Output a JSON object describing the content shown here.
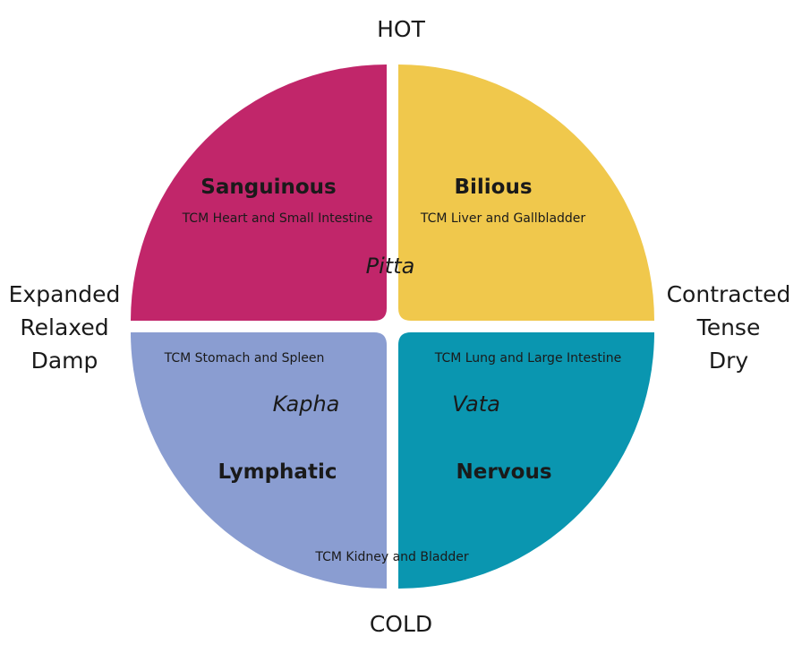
{
  "axes": {
    "top": "HOT",
    "bottom": "COLD",
    "left": [
      "Expanded",
      "Relaxed",
      "Damp"
    ],
    "right": [
      "Contracted",
      "Tense",
      "Dry"
    ]
  },
  "quadrants": {
    "top_left": {
      "title": "Sanguinous",
      "organs": "TCM Heart and Small Intestine",
      "color": "#c1266a"
    },
    "top_right": {
      "title": "Bilious",
      "organs": "TCM Liver and Gallbladder",
      "color": "#f0c84c"
    },
    "bottom_left": {
      "title": "Lymphatic",
      "organs": "TCM Stomach and Spleen",
      "color": "#8a9dd1"
    },
    "bottom_right": {
      "title": "Nervous",
      "organs": "TCM Lung and Large Intestine",
      "color": "#0a96b0"
    }
  },
  "doshas": {
    "pitta": "Pitta",
    "kapha": "Kapha",
    "vata": "Vata"
  },
  "center_bottom": "TCM Kidney and Bladder"
}
